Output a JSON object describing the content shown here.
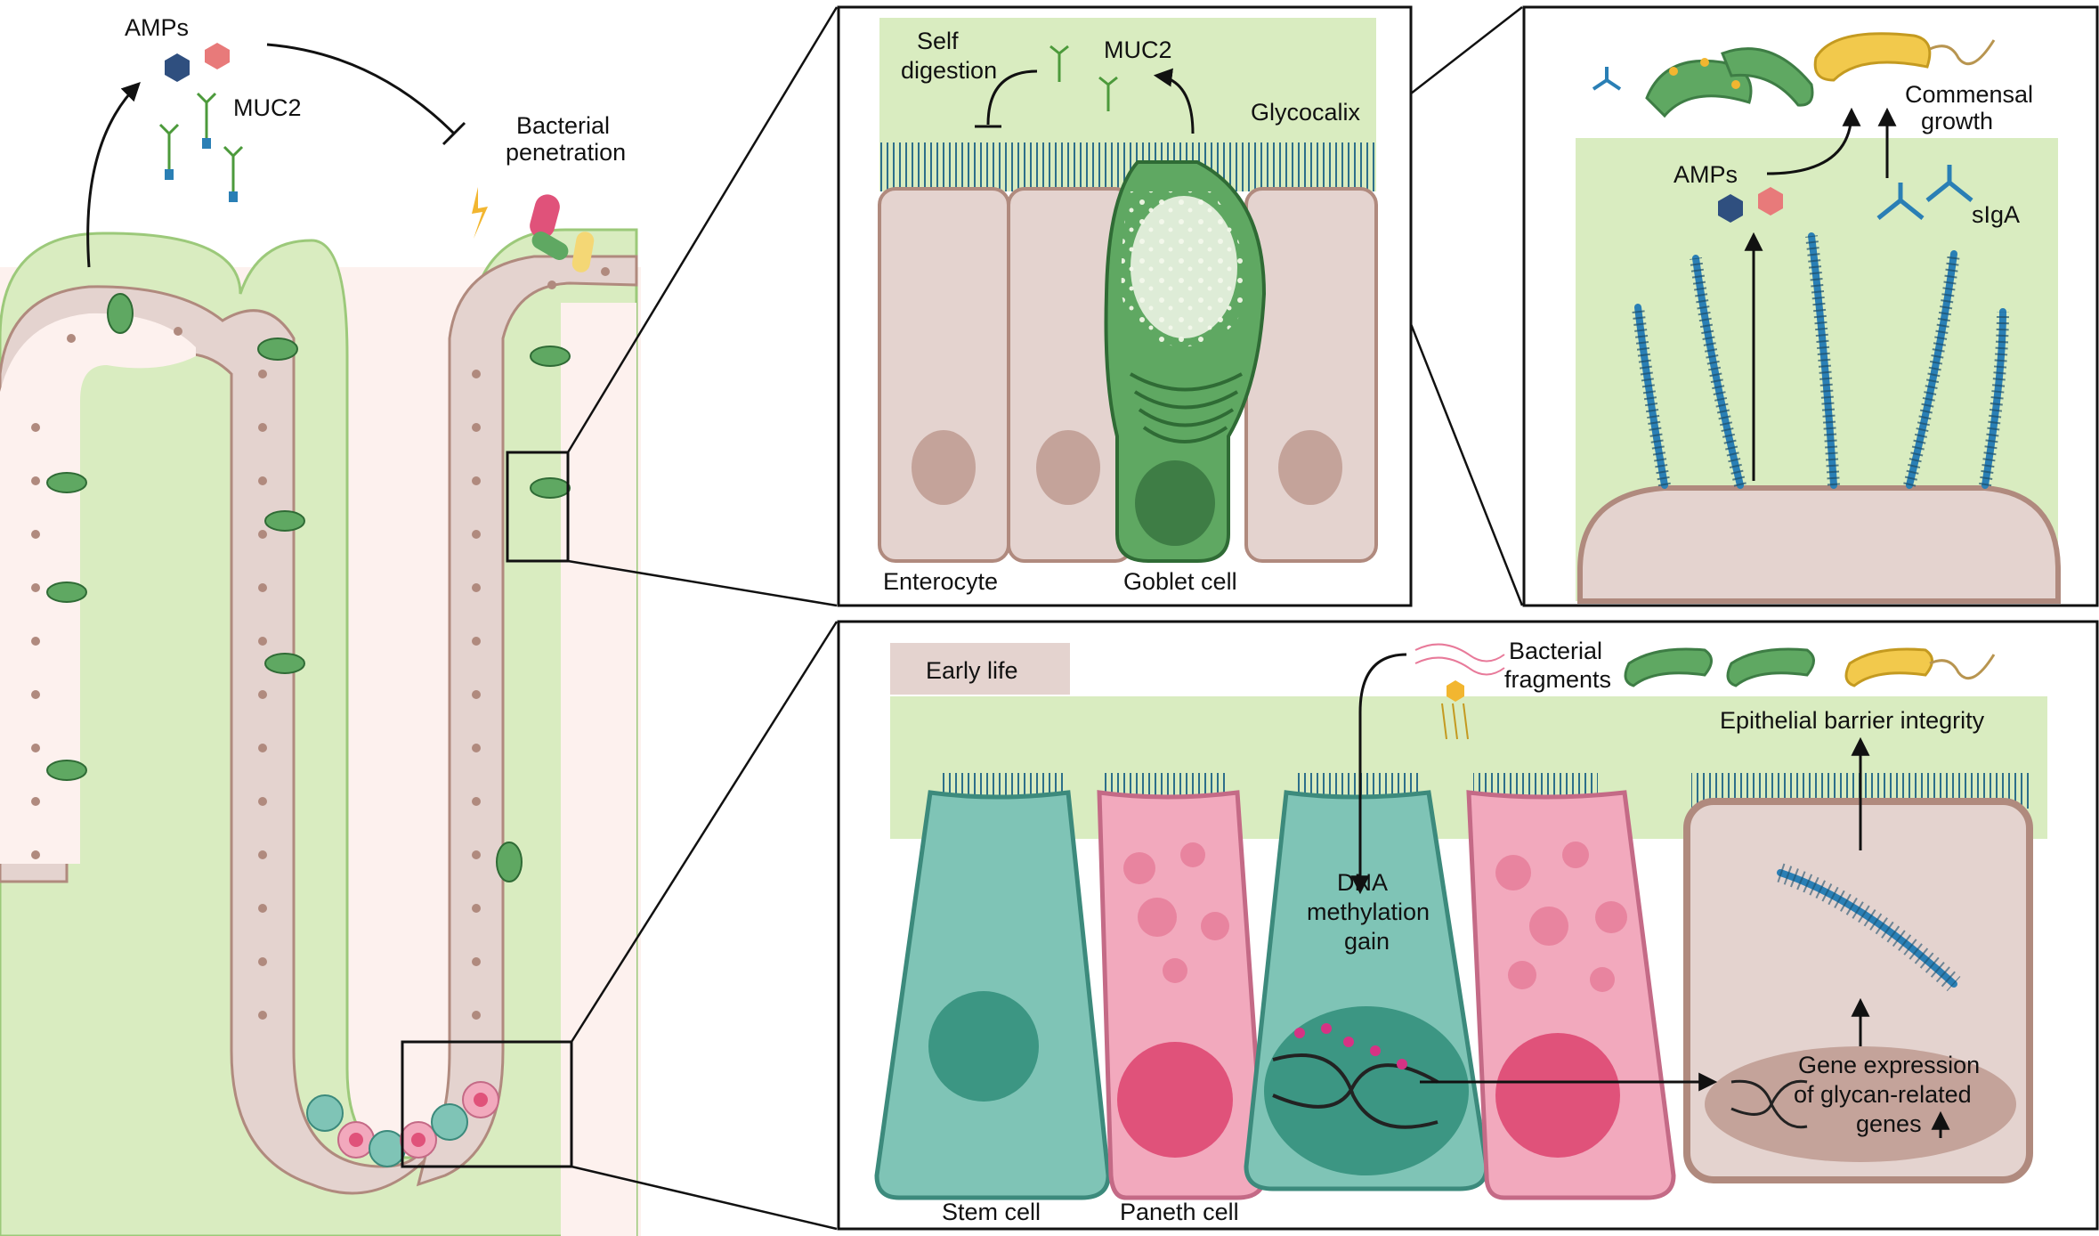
{
  "villus": {
    "amps_label": "AMPs",
    "muc2_label": "MUC2",
    "bacterial_penetration_line1": "Bacterial",
    "bacterial_penetration_line2": "penetration"
  },
  "panel_goblet": {
    "self_digestion_line1": "Self",
    "self_digestion_line2": "digestion",
    "muc2_label": "MUC2",
    "glycocalix_label": "Glycocalix",
    "enterocyte_label": "Enterocyte",
    "goblet_cell_label": "Goblet cell"
  },
  "panel_surface": {
    "amps_label": "AMPs",
    "sigA_label": "sIgA",
    "commensal_line1": "Commensal",
    "commensal_line2": "growth"
  },
  "panel_early_life": {
    "tab_label": "Early life",
    "bacterial_fragments_line1": "Bacterial",
    "bacterial_fragments_line2": "fragments",
    "barrier_label": "Epithelial barrier integrity",
    "dna_line1": "DNA",
    "dna_line2": "methylation",
    "dna_line3": "gain",
    "gene_line1": "Gene expression",
    "gene_line2": "of glycan-related",
    "gene_line3": "genes",
    "stem_cell_label": "Stem cell",
    "paneth_cell_label": "Paneth cell"
  },
  "colors": {
    "mucus_green": "#d9ecc0",
    "goblet_green": "#5fa862",
    "enterocyte_fill": "#e4d3cf",
    "enterocyte_stroke": "#b08a7e",
    "stem_teal": "#7fc4b6",
    "paneth_pink": "#f2a9bd",
    "glycan_blue": "#2a7fb5",
    "amp_navy": "#2f4f7f",
    "amp_salmon": "#e87a7a"
  }
}
